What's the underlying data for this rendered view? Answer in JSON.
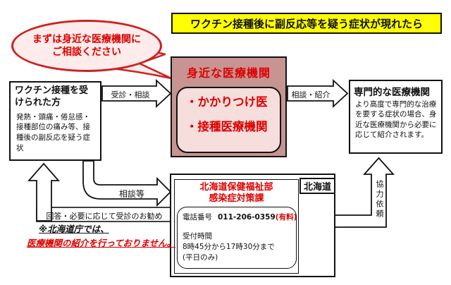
{
  "banner": {
    "text": "ワクチン接種後に副反応等を疑う症状が現れたら"
  },
  "bubble": {
    "line1": "まずは身近な医療機関に",
    "line2": "ご相談ください"
  },
  "left_box": {
    "title": "ワクチン接種を受けられた方",
    "body": "発熱・頭痛・倦怠感・接種部位の痛み等、接種後の副反応を疑う症状"
  },
  "center_box": {
    "header": "身近な医療機関",
    "items": [
      "・かかりつけ医",
      "・接種医療機関"
    ]
  },
  "right_box": {
    "title": "専門的な医療機関",
    "body": "より高度で専門的な治療を要する症状の場合、身近な医療機関から必要に応じて紹介されます。"
  },
  "contact_box": {
    "region_label": "北海道",
    "dept_line1": "北海道保健福祉部",
    "dept_line2": "感染症対策課",
    "phone_label": "電話番号",
    "phone_number": "011-206-0359",
    "phone_fee_note": "(有料)",
    "hours_label": "受付時間",
    "hours_value": "8時45分から17時30分まで",
    "hours_note": "(平日のみ)"
  },
  "arrows": {
    "visit": "受診・相談",
    "referral": "相談・紹介",
    "consult": "相談等",
    "reply": "回答・必要に応じて受診のお勧め",
    "cooperation": "協力依頼"
  },
  "note": {
    "line1": "※北海道庁では、",
    "line2": "医療機関の紹介を行っておりません。"
  },
  "colors": {
    "banner_bg": "#ffff00",
    "accent_red": "#dd0000",
    "center_header_bg": "#c79492",
    "center_inner_bg": "#f5dedc",
    "bubble_bg": "#fdeceb"
  }
}
